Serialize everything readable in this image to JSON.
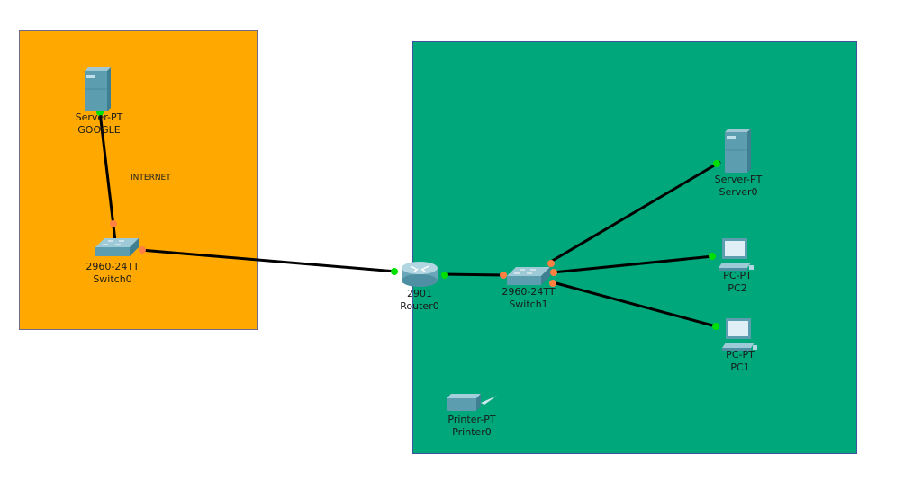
{
  "zones": {
    "internet": {
      "label": "INTERNET",
      "color": "#ffa800"
    },
    "lan": {
      "color": "#00a77a"
    }
  },
  "devices": {
    "google": {
      "model": "Server-PT",
      "name": "GOOGLE"
    },
    "switch0": {
      "model": "2960-24TT",
      "name": "Switch0"
    },
    "router0": {
      "model": "2901",
      "name": "Router0"
    },
    "switch1": {
      "model": "2960-24TT",
      "name": "Switch1"
    },
    "server0": {
      "model": "Server-PT",
      "name": "Server0"
    },
    "pc2": {
      "model": "PC-PT",
      "name": "PC2"
    },
    "pc1": {
      "model": "PC-PT",
      "name": "PC1"
    },
    "printer0": {
      "model": "Printer-PT",
      "name": "Printer0"
    }
  },
  "links": [
    {
      "from": "google",
      "to": "switch0",
      "from_status": "up",
      "to_status": "pending"
    },
    {
      "from": "switch0",
      "to": "router0",
      "from_status": "pending",
      "to_status": "up"
    },
    {
      "from": "router0",
      "to": "switch1",
      "from_status": "up",
      "to_status": "pending"
    },
    {
      "from": "switch1",
      "to": "server0",
      "from_status": "pending",
      "to_status": "up"
    },
    {
      "from": "switch1",
      "to": "pc2",
      "from_status": "pending",
      "to_status": "up"
    },
    {
      "from": "switch1",
      "to": "pc1",
      "from_status": "pending",
      "to_status": "up"
    }
  ],
  "status_colors": {
    "up": "#00e000",
    "pending": "#ff8040"
  }
}
